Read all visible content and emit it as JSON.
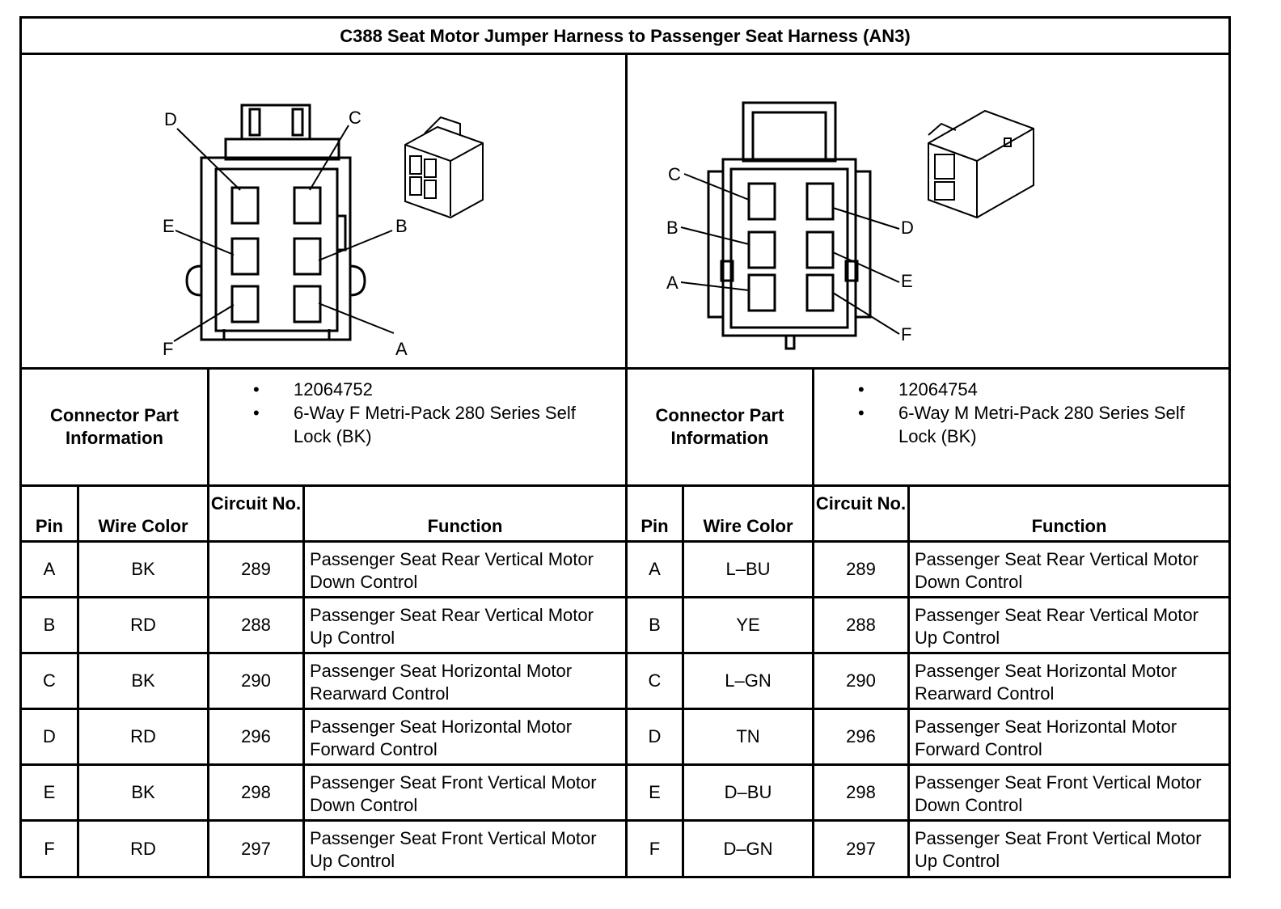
{
  "title": "C388 Seat Motor Jumper Harness to Passenger Seat Harness (AN3)",
  "left": {
    "pin_labels": [
      "A",
      "B",
      "C",
      "D",
      "E",
      "F"
    ],
    "cpi_label": "Connector Part Information",
    "cpi_items": [
      "12064752",
      "6-Way F Metri-Pack 280 Series Self Lock (BK)"
    ],
    "headers": {
      "pin": "Pin",
      "wire": "Wire Color",
      "circuit": "Circuit No.",
      "function": "Function"
    },
    "rows": [
      {
        "pin": "A",
        "wire": "BK",
        "circuit": "289",
        "function": "Passenger Seat Rear Vertical Motor Down Control"
      },
      {
        "pin": "B",
        "wire": "RD",
        "circuit": "288",
        "function": "Passenger Seat Rear Vertical Motor Up Control"
      },
      {
        "pin": "C",
        "wire": "BK",
        "circuit": "290",
        "function": "Passenger Seat Horizontal Motor Rearward Control"
      },
      {
        "pin": "D",
        "wire": "RD",
        "circuit": "296",
        "function": "Passenger Seat Horizontal Motor Forward Control"
      },
      {
        "pin": "E",
        "wire": "BK",
        "circuit": "298",
        "function": "Passenger Seat Front Vertical Motor Down Control"
      },
      {
        "pin": "F",
        "wire": "RD",
        "circuit": "297",
        "function": "Passenger Seat Front Vertical Motor Up Control"
      }
    ]
  },
  "right": {
    "pin_labels": [
      "A",
      "B",
      "C",
      "D",
      "E",
      "F"
    ],
    "cpi_label": "Connector Part Information",
    "cpi_items": [
      "12064754",
      "6-Way M Metri-Pack 280 Series Self Lock (BK)"
    ],
    "headers": {
      "pin": "Pin",
      "wire": "Wire Color",
      "circuit": "Circuit No.",
      "function": "Function"
    },
    "rows": [
      {
        "pin": "A",
        "wire": "L–BU",
        "circuit": "289",
        "function": "Passenger Seat Rear Vertical Motor Down Control"
      },
      {
        "pin": "B",
        "wire": "YE",
        "circuit": "288",
        "function": "Passenger Seat Rear Vertical Motor Up Control"
      },
      {
        "pin": "C",
        "wire": "L–GN",
        "circuit": "290",
        "function": "Passenger Seat Horizontal Motor Rearward Control"
      },
      {
        "pin": "D",
        "wire": "TN",
        "circuit": "296",
        "function": "Passenger Seat Horizontal Motor Forward Control"
      },
      {
        "pin": "E",
        "wire": "D–BU",
        "circuit": "298",
        "function": "Passenger Seat Front Vertical Motor Down Control"
      },
      {
        "pin": "F",
        "wire": "D–GN",
        "circuit": "297",
        "function": "Passenger Seat Front Vertical Motor Up Control"
      }
    ]
  }
}
